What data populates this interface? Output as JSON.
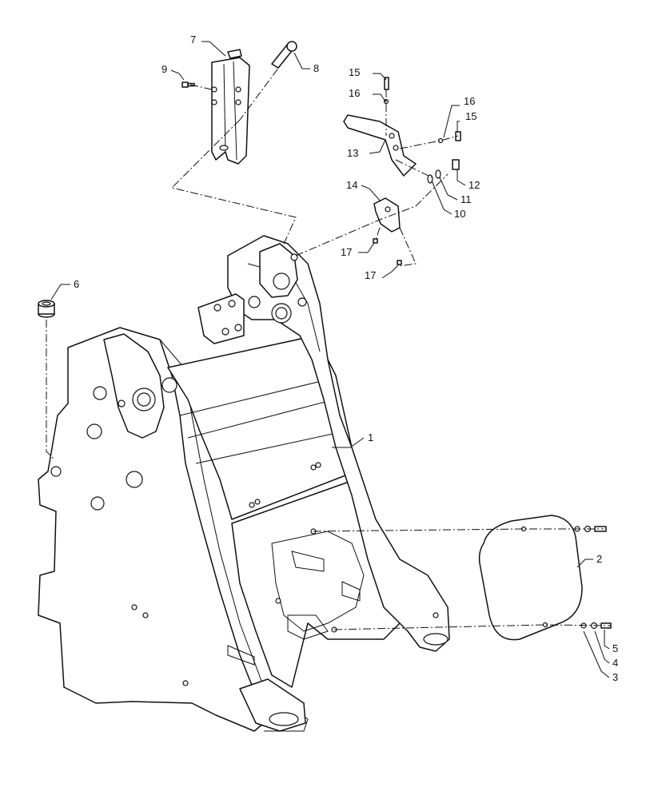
{
  "diagram": {
    "callouts": [
      {
        "id": "c1",
        "text": "1"
      },
      {
        "id": "c2",
        "text": "2"
      },
      {
        "id": "c3",
        "text": "3"
      },
      {
        "id": "c4",
        "text": "4"
      },
      {
        "id": "c5",
        "text": "5"
      },
      {
        "id": "c6",
        "text": "6"
      },
      {
        "id": "c7",
        "text": "7"
      },
      {
        "id": "c8",
        "text": "8"
      },
      {
        "id": "c9",
        "text": "9"
      },
      {
        "id": "c10",
        "text": "10"
      },
      {
        "id": "c11",
        "text": "11"
      },
      {
        "id": "c12",
        "text": "12"
      },
      {
        "id": "c13",
        "text": "13"
      },
      {
        "id": "c14",
        "text": "14"
      },
      {
        "id": "c15a",
        "text": "15"
      },
      {
        "id": "c15b",
        "text": "15"
      },
      {
        "id": "c16a",
        "text": "16"
      },
      {
        "id": "c16b",
        "text": "16"
      },
      {
        "id": "c17a",
        "text": "17"
      },
      {
        "id": "c17b",
        "text": "17"
      }
    ]
  }
}
